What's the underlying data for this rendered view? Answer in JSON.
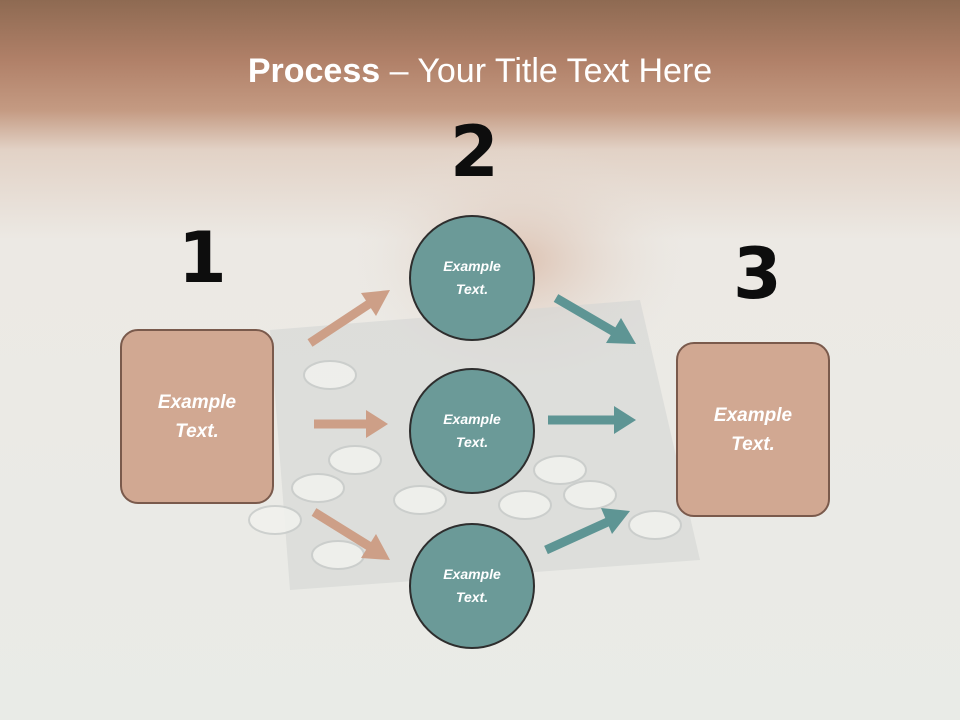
{
  "title": {
    "bold": "Process",
    "rest": " – Your Title Text Here"
  },
  "steps": [
    {
      "number": "1",
      "text": "Example\nText."
    },
    {
      "number": "2",
      "circles": [
        "Example\nText.",
        "Example\nText.",
        "Example\nText."
      ]
    },
    {
      "number": "3",
      "text": "Example\nText."
    }
  ],
  "colors": {
    "box_fill": "#d1a892",
    "circle_fill": "#6b9a98",
    "arrow_left": "#cd9f87",
    "arrow_right": "#5e9594",
    "header_band": "#b08068"
  },
  "background": {
    "description_icon": "pills-blister-pack-photo"
  }
}
